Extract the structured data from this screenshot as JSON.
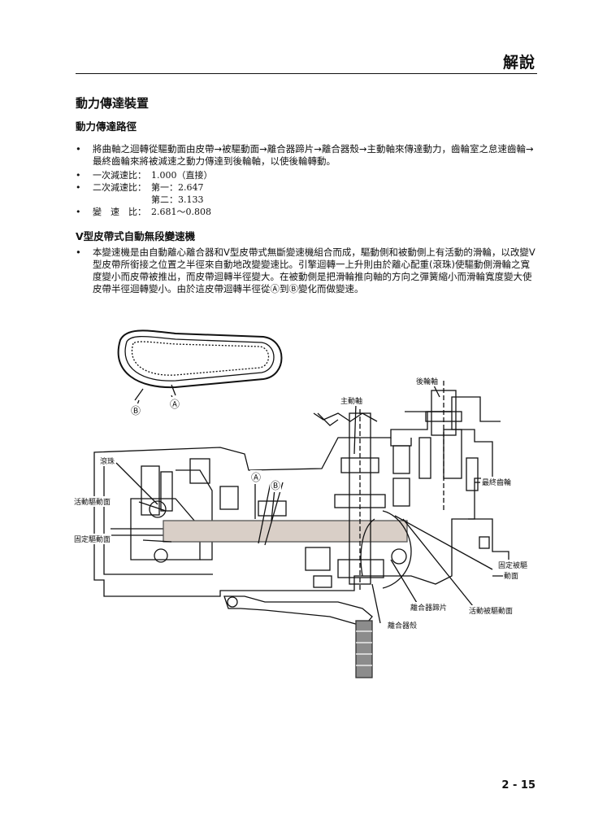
{
  "header": {
    "title": "解說"
  },
  "section": {
    "title": "動力傳達裝置",
    "subtitle": "動力傳達路徑",
    "route_text": "將曲軸之迴轉從驅動面由皮帶→被驅動面→離合器蹄片→離合器殼→主動軸來傳達動力，齒輪室之怠速齒輪→最終齒輪來將被減速之動力傳達到後輪軸，以使後輪轉動。",
    "specs": [
      {
        "label": "一次減速比：",
        "value": "1.000（直接）"
      },
      {
        "label": "二次減速比：",
        "value": "第一：2.647",
        "cont": "第二：3.133"
      },
      {
        "label": "變　速　比：",
        "value": "2.681～0.808"
      }
    ],
    "bullet": "•"
  },
  "cvt": {
    "title": "V型皮帶式自動無段變速機",
    "text": "本變速機是由自動離心離合器和V型皮帶式無斷變速機組合而成，驅動側和被動側上有活動的滑輪，以改變V型皮帶所銜接之位置之半徑來自動地改變變速比。引擎迴轉一上升則由於離心配重(滾珠)使驅動側滑輪之寬度變小而皮帶被推出，而皮帶迴轉半徑變大。在被動側是把滑輪推向軸的方向之彈簧縮小而滑輪寬度變大使皮帶半徑迴轉變小。由於這皮帶迴轉半徑從Ⓐ到Ⓑ變化而做變速。"
  },
  "figure": {
    "labels": {
      "rear_axle": "後輪軸",
      "main_shaft": "主動軸",
      "roller": "滾珠",
      "movable_drive_face": "活動驅動面",
      "fixed_drive_face": "固定驅動面",
      "final_gear": "最終齒輪",
      "fixed_driven_face_1": "固定被驅",
      "fixed_driven_face_2": "動面",
      "clutch_shoe": "離合器蹄片",
      "movable_driven_face": "活動被驅動面",
      "clutch_housing": "離合器殼",
      "mark_a": "Ⓐ",
      "mark_b": "Ⓑ",
      "mark_a2": "Ⓐ",
      "mark_b2": "Ⓑ"
    }
  },
  "footer": {
    "page_number": "2 - 15"
  }
}
